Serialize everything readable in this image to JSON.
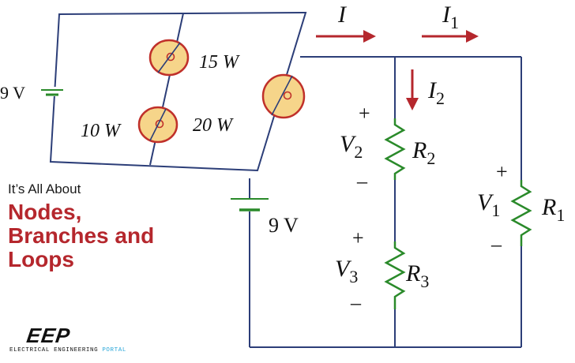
{
  "colors": {
    "wire": "#2c3e78",
    "arrow": "#b5272d",
    "resistor": "#2a8a2a",
    "bulb_fill": "#f6d58a",
    "bulb_stroke": "#c0302a",
    "title_red": "#b5272d",
    "logo_accent": "#2aa7d9"
  },
  "top_circuit": {
    "battery_label": "9 V",
    "bulbs": [
      {
        "label": "15 W",
        "icon": "light-bulb-icon"
      },
      {
        "label": "10 W",
        "icon": "light-bulb-icon"
      },
      {
        "label": "20 W",
        "icon": "light-bulb-icon"
      }
    ]
  },
  "bottom_circuit": {
    "battery_label": "9 V",
    "currents": {
      "I": "I",
      "I1_main": "I",
      "I1_sub": "1",
      "I2_main": "I",
      "I2_sub": "2"
    },
    "resistors": {
      "R1_main": "R",
      "R1_sub": "1",
      "R2_main": "R",
      "R2_sub": "2",
      "R3_main": "R",
      "R3_sub": "3"
    },
    "voltages": {
      "V1_main": "V",
      "V1_sub": "1",
      "V2_main": "V",
      "V2_sub": "2",
      "V3_main": "V",
      "V3_sub": "3"
    },
    "plus": "+",
    "minus": "–"
  },
  "title": {
    "pretitle": "It’s All About",
    "lines": [
      "Nodes,",
      "Branches and",
      "Loops"
    ]
  },
  "logo": {
    "word": "EEP",
    "tagline_main": "ELECTRICAL ENGINEERING ",
    "tagline_accent": "PORTAL"
  }
}
